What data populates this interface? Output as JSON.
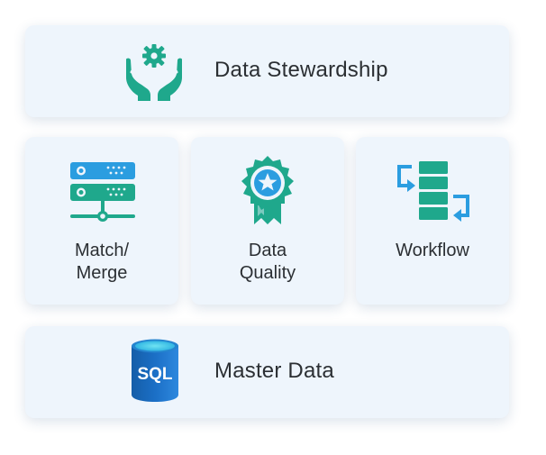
{
  "top_card": {
    "label": "Data Stewardship",
    "icon": "hands-gear-icon"
  },
  "middle_cards": [
    {
      "line1": "Match/",
      "line2": "Merge",
      "icon": "server-stack-icon"
    },
    {
      "line1": "Data",
      "line2": "Quality",
      "icon": "award-badge-icon"
    },
    {
      "line1": "Workflow",
      "icon": "workflow-icon"
    }
  ],
  "bottom_card": {
    "label": "Master Data",
    "icon": "sql-database-icon",
    "icon_text": "SQL"
  },
  "colors": {
    "teal": "#1fa88c",
    "blue": "#2b9de0",
    "dark_blue": "#1b6fc6",
    "card_bg": "#eef5fc",
    "text": "#2b2f33"
  }
}
